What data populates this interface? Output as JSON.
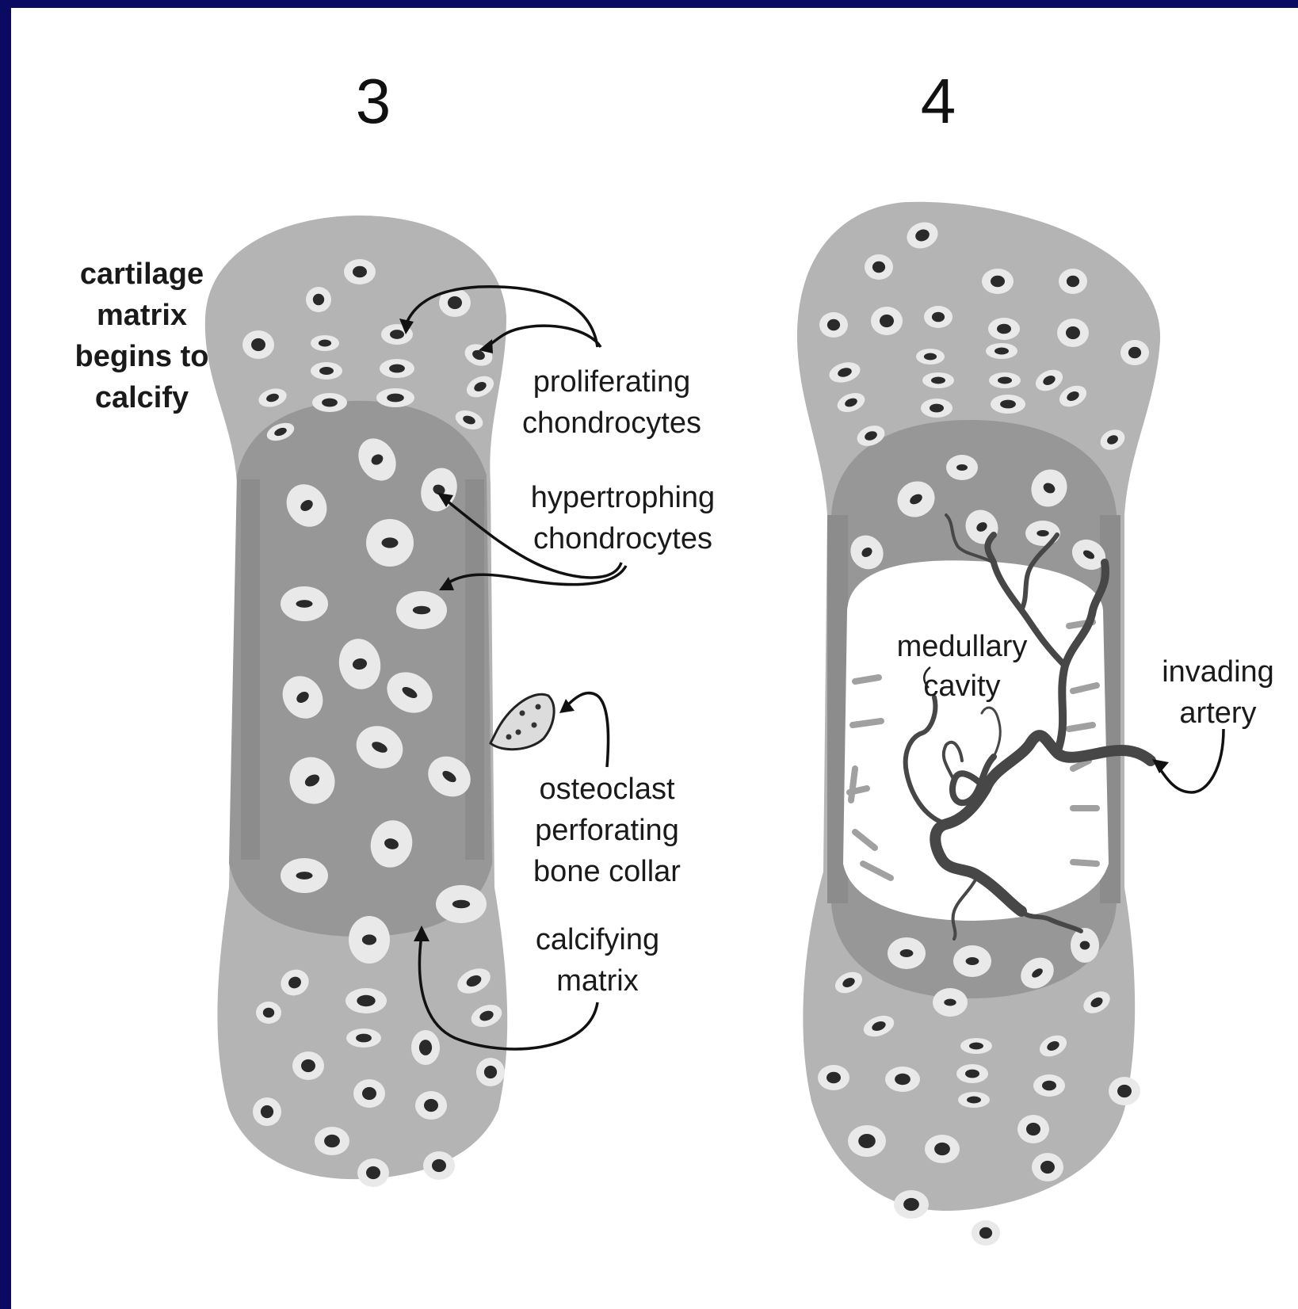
{
  "stage3": {
    "number": "3",
    "label_cartilage": [
      "cartilage",
      "matrix",
      "begins to",
      "calcify"
    ],
    "label_proliferating": [
      "proliferating",
      "chondrocytes"
    ],
    "label_hypertrophing": [
      "hypertrophing",
      "chondrocytes"
    ],
    "label_osteoclast": [
      "osteoclast",
      "perforating",
      "bone collar"
    ],
    "label_calcifying": [
      "calcifying",
      "matrix"
    ]
  },
  "stage4": {
    "number": "4",
    "label_medullary": [
      "medullary",
      "cavity"
    ],
    "label_artery": [
      "invading",
      "artery"
    ]
  },
  "colors": {
    "frame": "#0b0a63",
    "cartilage": "#b4b4b4",
    "calcified": "#979797",
    "lacuna": "#e9e9e9",
    "nucleus": "#2a2a2a",
    "artery": "#444444"
  }
}
